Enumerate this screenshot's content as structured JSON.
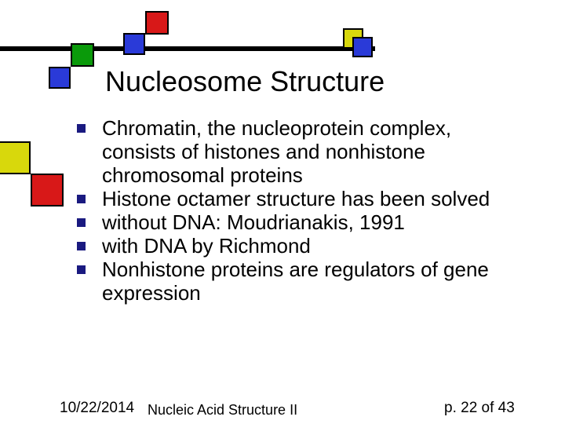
{
  "slide": {
    "title": "Nucleosome Structure",
    "bullets": [
      "Chromatin, the nucleoprotein complex, consists of histones and nonhistone chromosomal proteins",
      "Histone octamer structure has been solved",
      "without DNA: Moudrianakis, 1991",
      "with DNA by Richmond",
      "Nonhistone proteins are regulators of gene expression"
    ],
    "footer": {
      "date": "10/22/2014",
      "title": "Nucleic Acid Structure II",
      "page": "p. 22 of 43"
    }
  },
  "colors": {
    "rule": "#000000",
    "red": "#d81818",
    "green": "#0a9a0a",
    "blue": "#2a3ad8",
    "yellow": "#d8d80c",
    "bullet": "#1a1a80"
  }
}
